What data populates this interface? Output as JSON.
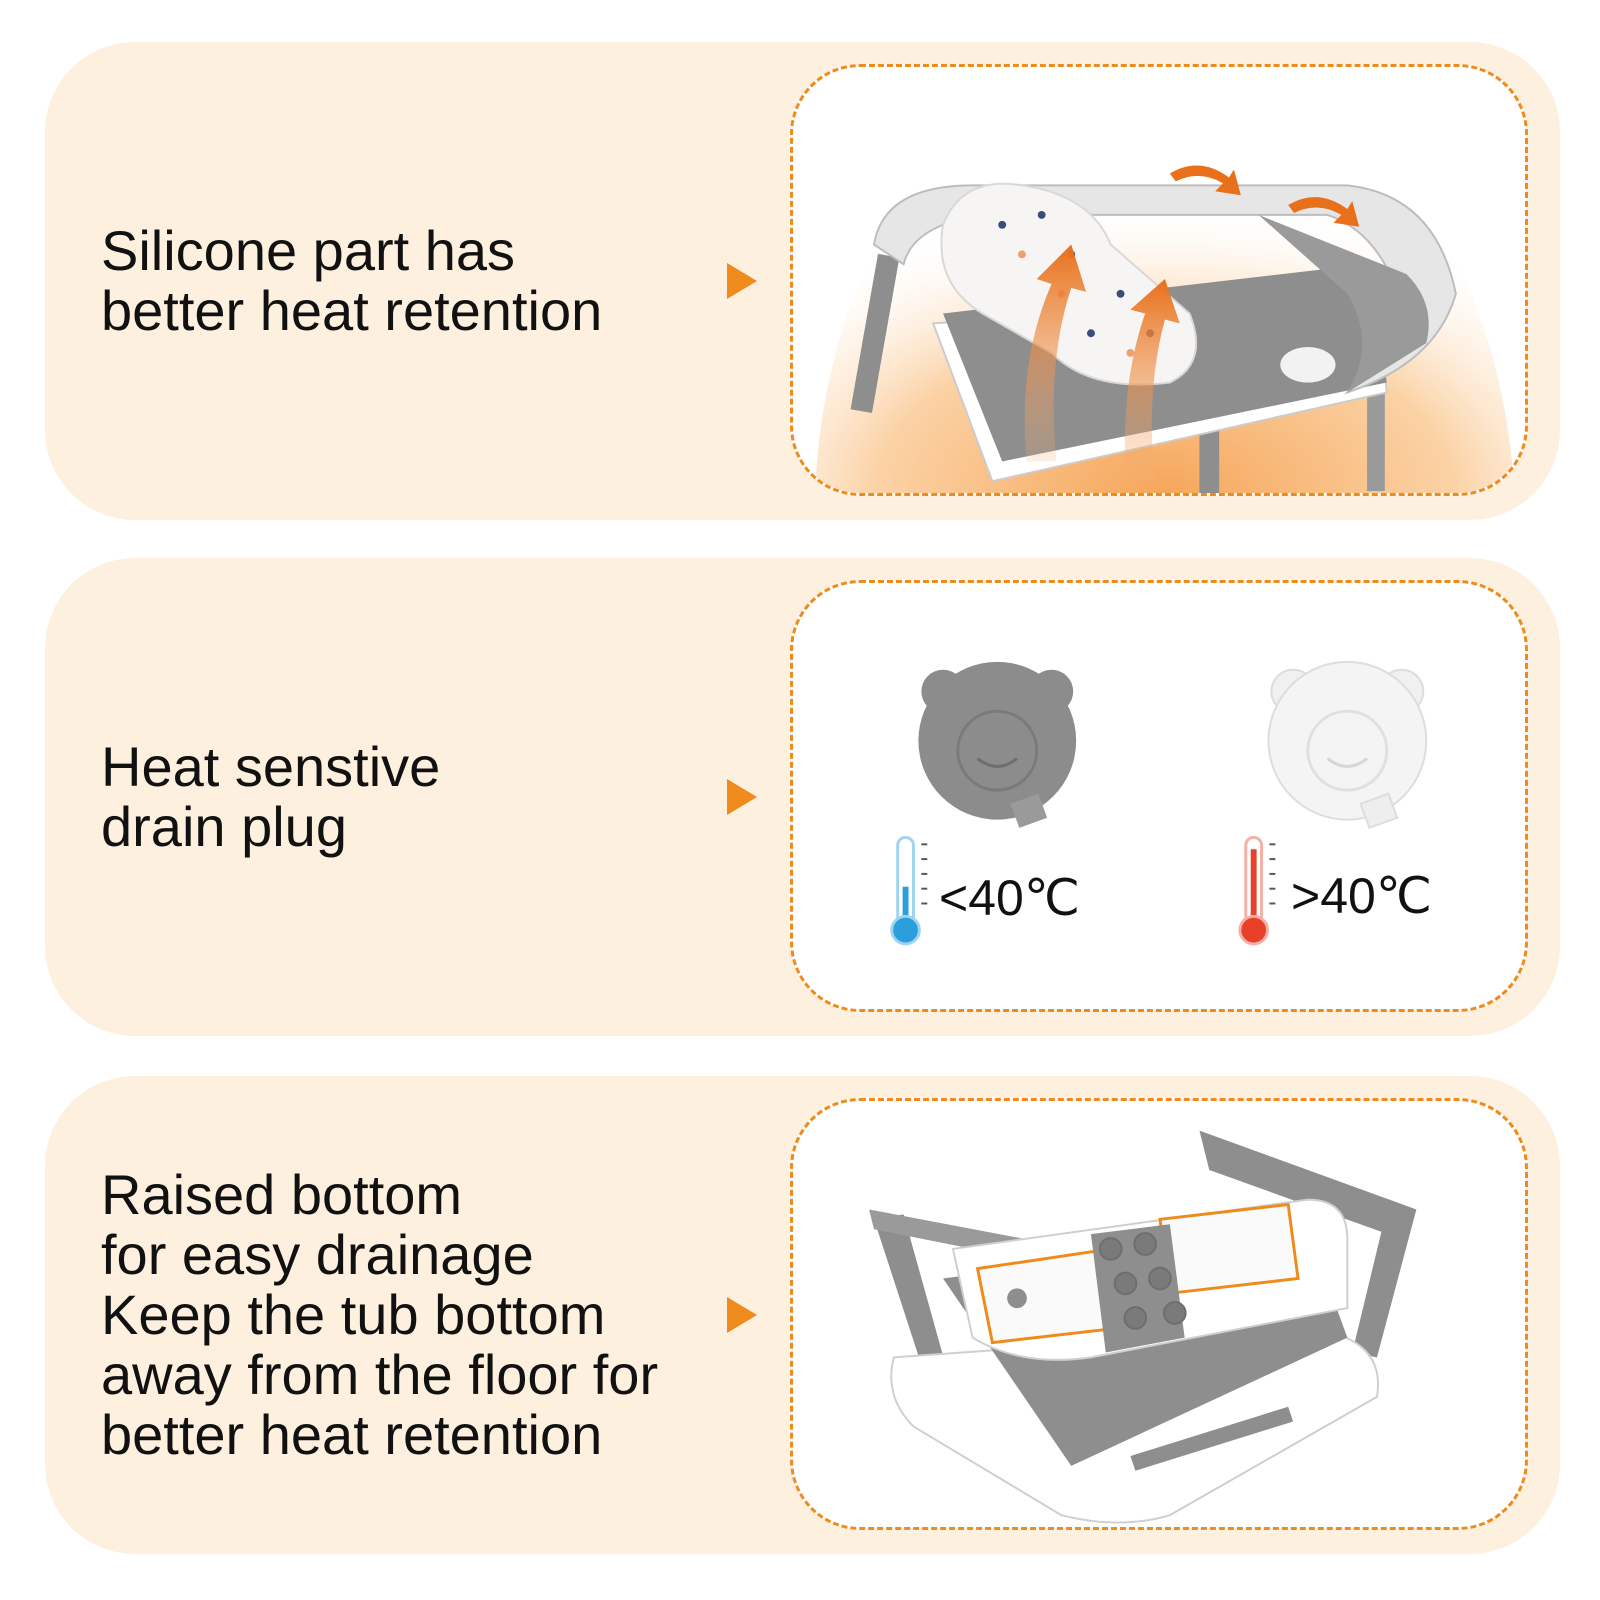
{
  "features": [
    {
      "lines": [
        "Silicone part has",
        "better heat retention"
      ]
    },
    {
      "lines": [
        "Heat senstive",
        "drain plug"
      ],
      "cold_label": "<40℃",
      "hot_label": ">40℃"
    },
    {
      "lines": [
        "Raised bottom",
        "for easy drainage",
        "Keep the tub bottom",
        "away from the floor for",
        "better heat retention"
      ]
    }
  ],
  "colors": {
    "panel_bg": "#fdf0df",
    "accent": "#ef8a1c",
    "tub_gray": "#8e8e8e",
    "cold_blue": "#2a9fdc",
    "hot_red": "#e8402a"
  },
  "icons": [
    "play-arrow-icon",
    "thermometer-cold-icon",
    "thermometer-hot-icon",
    "heat-arrow-icon"
  ]
}
